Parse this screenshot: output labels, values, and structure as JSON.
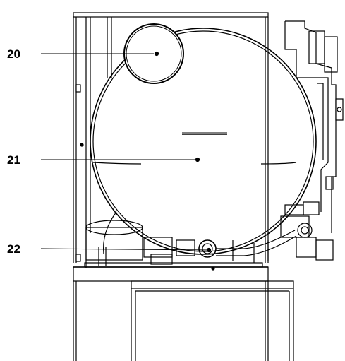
{
  "callouts": [
    {
      "label": "20"
    },
    {
      "label": "21"
    },
    {
      "label": "22"
    }
  ],
  "colors": {
    "ink": "#000000",
    "paper": "#ffffff"
  }
}
